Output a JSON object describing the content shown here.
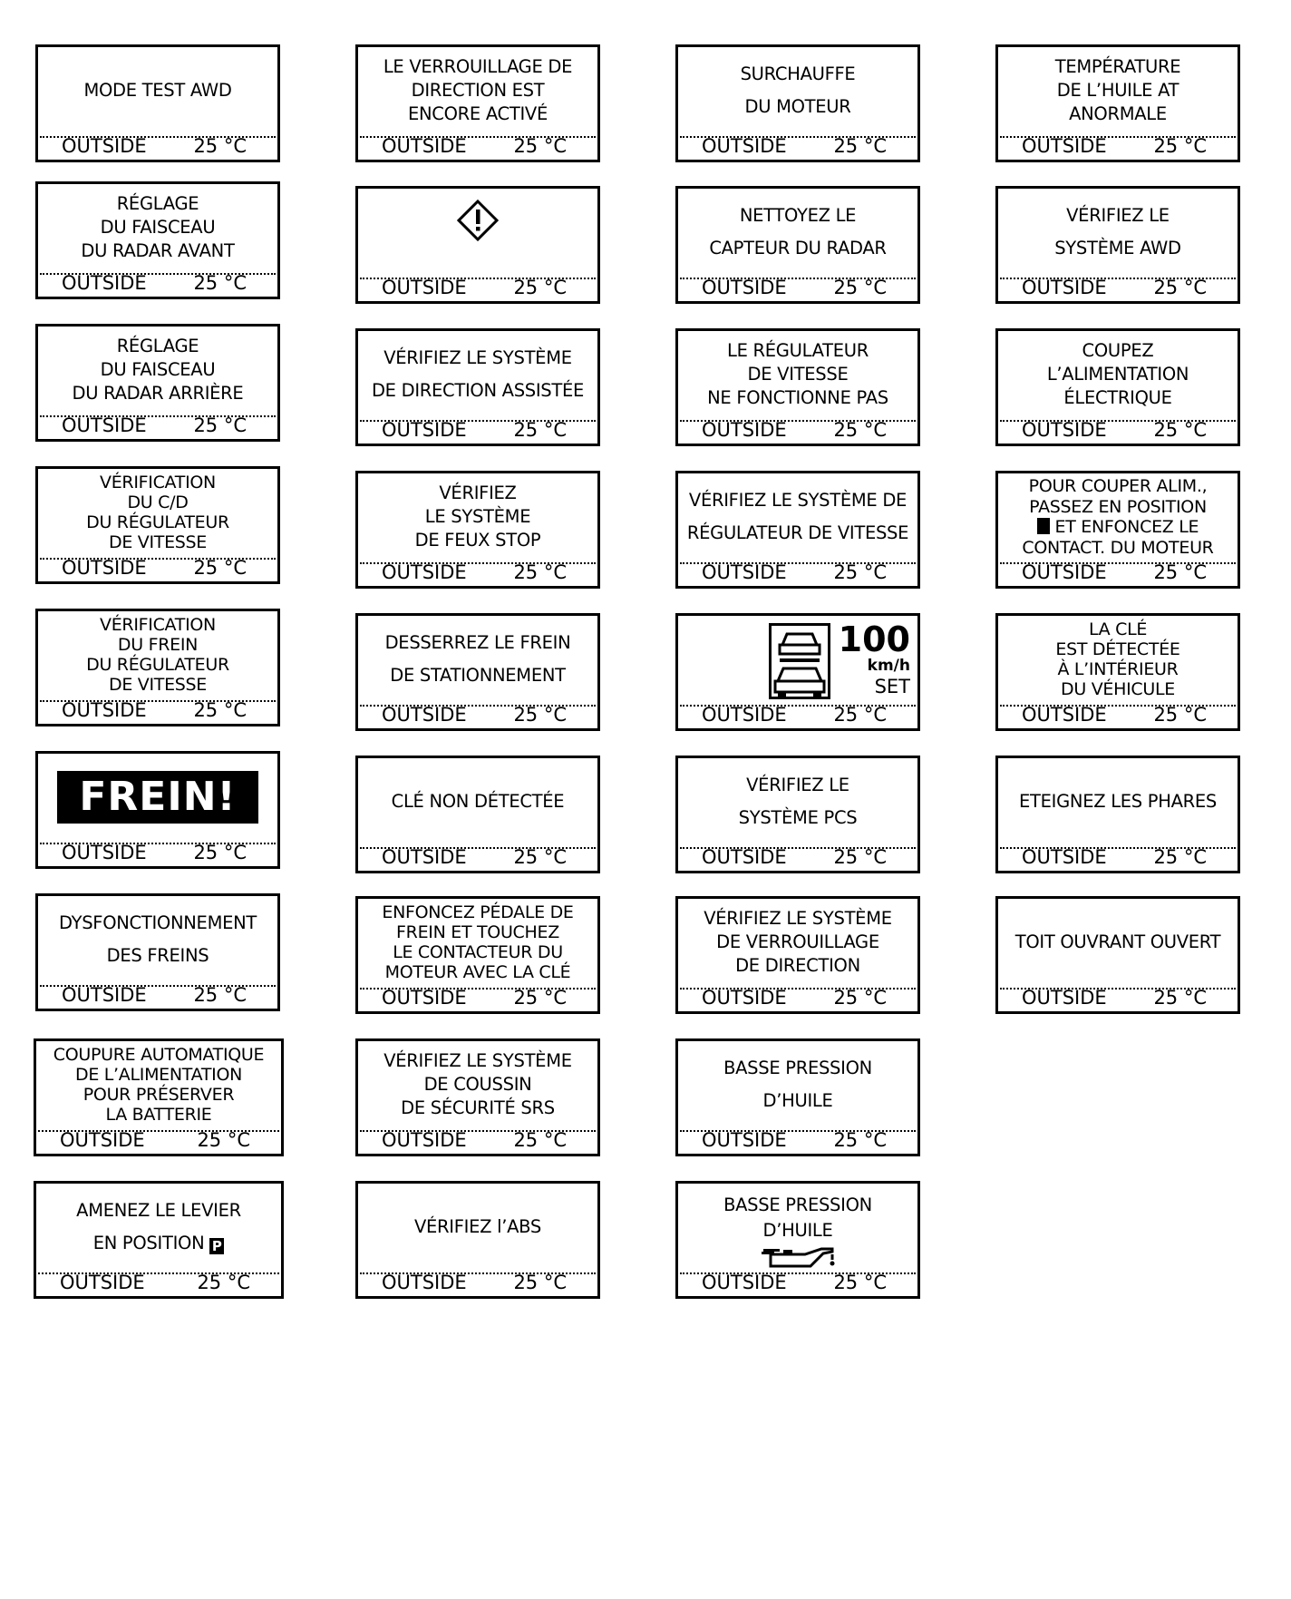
{
  "footer": {
    "label": "OUTSIDE",
    "temp": "25 °C"
  },
  "panels": [
    {
      "lines": [
        "MODE TEST AWD"
      ]
    },
    {
      "lines": [
        "LE VERROUILLAGE DE",
        "DIRECTION EST",
        "ENCORE ACTIVÉ"
      ]
    },
    {
      "lines": [
        "SURCHAUFFE",
        "DU MOTEUR"
      ]
    },
    {
      "lines": [
        "TEMPÉRATURE",
        "DE L’HUILE AT",
        "ANORMALE"
      ]
    },
    {
      "lines": [
        "RÉGLAGE",
        "DU FAISCEAU",
        "DU RADAR AVANT"
      ]
    },
    {
      "lines": []
    },
    {
      "lines": [
        "NETTOYEZ LE",
        "CAPTEUR DU RADAR"
      ]
    },
    {
      "lines": [
        "VÉRIFIEZ LE",
        "SYSTÈME AWD"
      ]
    },
    {
      "lines": [
        "RÉGLAGE",
        "DU FAISCEAU",
        "DU RADAR ARRIÈRE"
      ]
    },
    {
      "lines": [
        "VÉRIFIEZ LE SYSTÈME",
        "DE DIRECTION ASSISTÉE"
      ]
    },
    {
      "lines": [
        "LE RÉGULATEUR",
        "DE VITESSE",
        "NE FONCTIONNE PAS"
      ]
    },
    {
      "lines": [
        "COUPEZ",
        "L’ALIMENTATION",
        "ÉLECTRIQUE"
      ]
    },
    {
      "lines": [
        "VÉRIFICATION",
        "DU C/D",
        "DU RÉGULATEUR",
        "DE VITESSE"
      ]
    },
    {
      "lines": [
        "VÉRIFIEZ",
        "LE SYSTÈME",
        "DE FEUX STOP"
      ]
    },
    {
      "lines": [
        "VÉRIFIEZ LE SYSTÈME DE",
        "RÉGULATEUR DE VITESSE"
      ]
    },
    {
      "lines": [
        "POUR COUPER ALIM.,",
        "PASSEZ EN POSITION",
        "ET ENFONCEZ LE",
        "CONTACT. DU MOTEUR"
      ]
    },
    {
      "lines": [
        "VÉRIFICATION",
        "DU FREIN",
        "DU RÉGULATEUR",
        "DE VITESSE"
      ]
    },
    {
      "lines": [
        "DESSERREZ LE FREIN",
        "DE STATIONNEMENT"
      ]
    },
    {
      "lines": [],
      "speed": "100",
      "unit": "km/h",
      "set": "SET"
    },
    {
      "lines": [
        "LA CLÉ",
        "EST DÉTECTÉE",
        "À L’INTÉRIEUR",
        "DU VÉHICULE"
      ]
    },
    {
      "lines": [
        "FREIN!"
      ]
    },
    {
      "lines": [
        "CLÉ NON DÉTECTÉE"
      ]
    },
    {
      "lines": [
        "VÉRIFIEZ LE",
        "SYSTÈME PCS"
      ]
    },
    {
      "lines": [
        "ETEIGNEZ LES PHARES"
      ]
    },
    {
      "lines": [
        "DYSFONCTIONNEMENT",
        "DES FREINS"
      ]
    },
    {
      "lines": [
        "ENFONCEZ PÉDALE DE",
        "FREIN ET TOUCHEZ",
        "LE CONTACTEUR DU",
        "MOTEUR AVEC LA CLÉ"
      ]
    },
    {
      "lines": [
        "VÉRIFIEZ LE SYSTÈME",
        "DE VERROUILLAGE",
        "DE DIRECTION"
      ]
    },
    {
      "lines": [
        "TOIT OUVRANT OUVERT"
      ]
    },
    {
      "lines": [
        "COUPURE AUTOMATIQUE",
        "DE L’ALIMENTATION",
        "POUR PRÉSERVER",
        "LA BATTERIE"
      ]
    },
    {
      "lines": [
        "VÉRIFIEZ LE SYSTÈME",
        "DE COUSSIN",
        "DE SÉCURITÉ SRS"
      ]
    },
    {
      "lines": [
        "BASSE PRESSION",
        "D’HUILE"
      ]
    },
    {
      "lines": [
        "AMENEZ LE LEVIER",
        "EN POSITION"
      ],
      "pos_letter": "P"
    },
    {
      "lines": [
        "VÉRIFIEZ l’ABS"
      ]
    },
    {
      "lines": [
        "BASSE PRESSION",
        "D’HUILE"
      ]
    }
  ]
}
